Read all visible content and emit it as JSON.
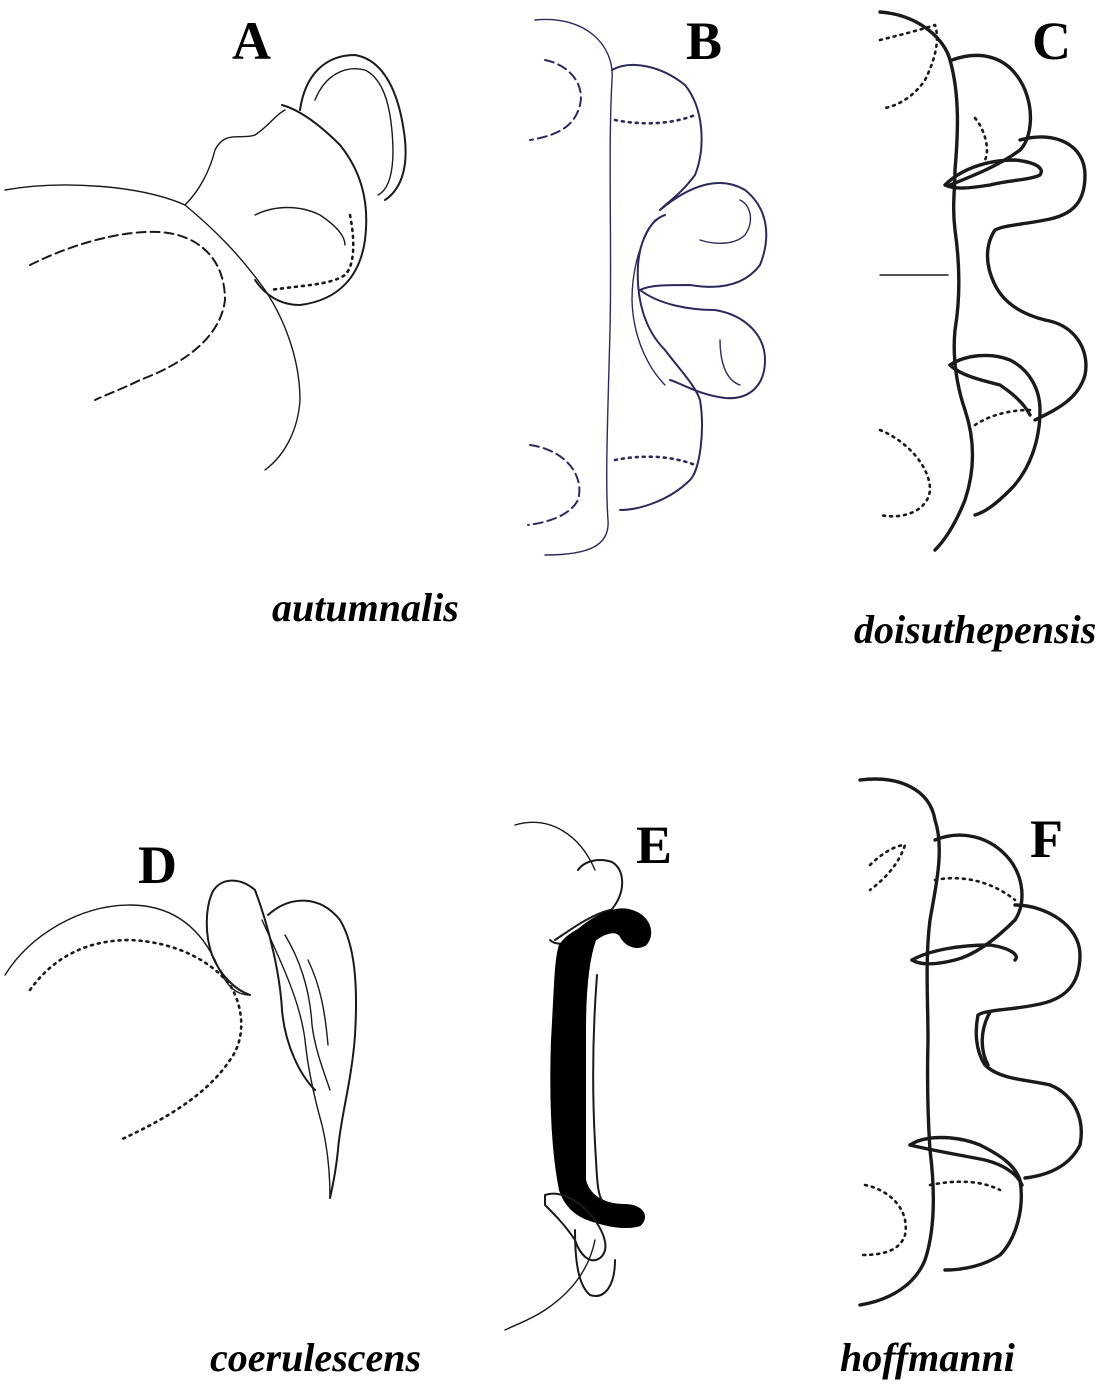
{
  "panels": [
    {
      "letter": "A"
    },
    {
      "letter": "B"
    },
    {
      "letter": "C"
    },
    {
      "letter": "D"
    },
    {
      "letter": "E"
    },
    {
      "letter": "F"
    }
  ],
  "species": [
    {
      "name": "autumnalis"
    },
    {
      "name": "doisuthepensis"
    },
    {
      "name": "coerulescens"
    },
    {
      "name": "hoffmanni"
    }
  ],
  "colors": {
    "line": "#1a1a1a",
    "panel_b_line": "#2c2a5a",
    "fill_dark": "#000000"
  }
}
